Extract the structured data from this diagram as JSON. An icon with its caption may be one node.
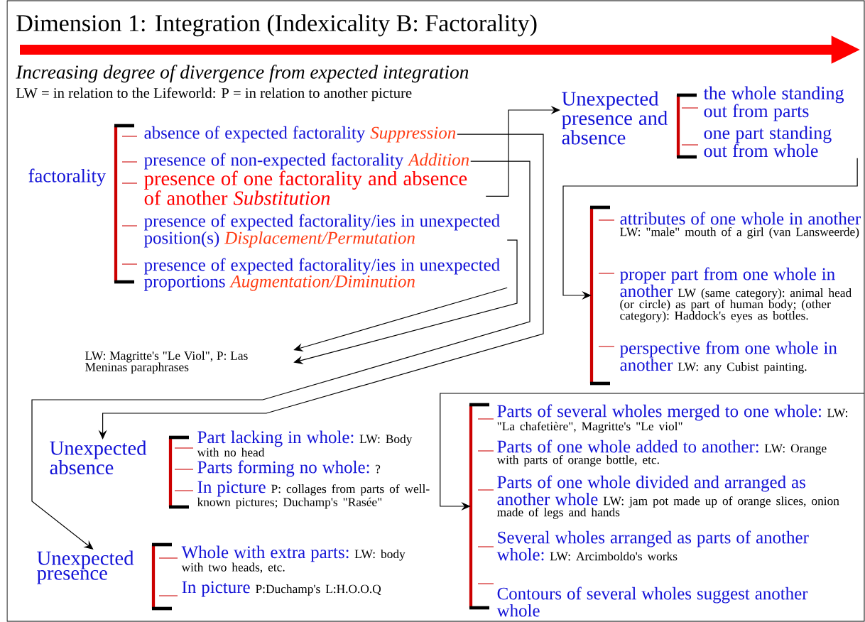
{
  "diagram": {
    "title": "Dimension 1: Integration (Indexicality B: Factorality)",
    "labels": [
      "Increasing degree of divergence from expected integration",
      "LW = in relation to the Lifeworld: P = in relation to another picture"
    ],
    "nodes": [
      {
        "text": [
          "factorality"
        ]
      },
      {
        "text": [
          "absence of expected factorality",
          "Suppression"
        ]
      },
      {
        "text": [
          "presence of non-expected factorality",
          "Addition"
        ]
      },
      {
        "text": [
          "presence of one factorality and absence of another",
          "Substitution"
        ]
      },
      {
        "text": [
          "presence of expected factorality/ies in unexpected position(s)",
          "Displacement/Permutation"
        ]
      },
      {
        "text": [
          "presence of expected factorality/ies in unexpected proportions",
          "Augmentation/Diminution"
        ]
      },
      {
        "text": [
          "Unexpected presence and absence"
        ]
      },
      {
        "text": [
          "the whole standing out from parts"
        ]
      },
      {
        "text": [
          "one part standing out from whole"
        ]
      },
      {
        "text": [],
        "shape": "bracket"
      },
      {
        "text": [
          "attributes of one whole in another",
          "LW: \"male\" mouth of a girl (van Lansweerde)"
        ]
      },
      {
        "text": [
          "proper part from one whole in another",
          "LW (same category): animal head (or circle) as part of human body; (other category): Haddock's eyes as bottles."
        ]
      },
      {
        "text": [
          "perspective from one whole in another",
          "LW: any Cubist painting."
        ]
      },
      {
        "text": [
          "LW: Magritte's \"Le Viol\", P: Las Meninas paraphrases"
        ]
      },
      {
        "text": [
          "Unexpected absence"
        ]
      },
      {
        "text": [
          "Part lacking in whole:",
          "LW: Body with no head"
        ]
      },
      {
        "text": [
          "Parts forming no whole:",
          "?"
        ]
      },
      {
        "text": [
          "In picture",
          "P: collages from parts of well-known pictures; Duchamp's \"Rasée\""
        ]
      },
      {
        "text": [
          "Unexpected presence"
        ]
      },
      {
        "text": [
          "Whole with extra parts:",
          "LW: body with two heads, etc."
        ]
      },
      {
        "text": [
          "In picture",
          "P:Duchamp's L:H.O.O.Q"
        ]
      },
      {
        "text": [],
        "shape": "bracket"
      },
      {
        "text": [
          "Parts of several wholes merged to one whole:",
          "LW: \"La chafetière\", Magritte's \"Le viol\""
        ]
      },
      {
        "text": [
          "Parts of one whole added to another:",
          "LW: Orange with parts of orange bottle, etc."
        ]
      },
      {
        "text": [
          "Parts of one whole divided and arranged as another whole",
          "LW: jam pot made up of orange slices, onion made of legs and hands"
        ]
      },
      {
        "text": [
          "Several wholes arranged as parts of another whole:",
          "LW: Arcimboldo's works"
        ]
      },
      {
        "text": [
          "Contours of several wholes suggest another whole"
        ]
      }
    ],
    "edges": [
      {
        "from": 1,
        "to": 14,
        "arrow": "to"
      },
      {
        "from": 2,
        "to": 18,
        "arrow": "to"
      },
      {
        "from": 3,
        "to": 6,
        "arrow": "to"
      },
      {
        "from": 4,
        "to": 13,
        "arrow": "to"
      },
      {
        "from": 5,
        "to": 13,
        "arrow": "to"
      },
      {
        "from": 8,
        "to": 9,
        "arrow": "to"
      },
      {
        "from": null,
        "to": 21,
        "arrow": "to"
      }
    ]
  }
}
